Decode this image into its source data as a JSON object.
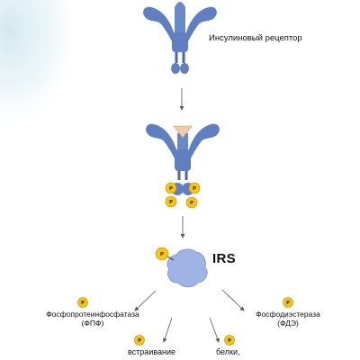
{
  "labels": {
    "insulin_receptor": "Инсулиновый рецептор",
    "irs": "IRS",
    "phosphatase": "Фосфопротеинфосфатаза",
    "phosphatase_abbr": "(ФПФ)",
    "phosphodiesterase": "Фосфодиэстераза",
    "phosphodiesterase_abbr": "(ФДЭ)",
    "insertion": "встраивание",
    "proteins": "белки,"
  },
  "phospho_symbol": "P",
  "colors": {
    "receptor": "#5f7fc0",
    "receptor_dark": "#4a67a8",
    "insulin": "#f2cba8",
    "phospho_fill": "#f5c518",
    "phospho_stroke": "#b88f00",
    "irs_blob": "#9fb4e4",
    "arrow": "#555555",
    "watercolor": "#d6ecf0"
  }
}
